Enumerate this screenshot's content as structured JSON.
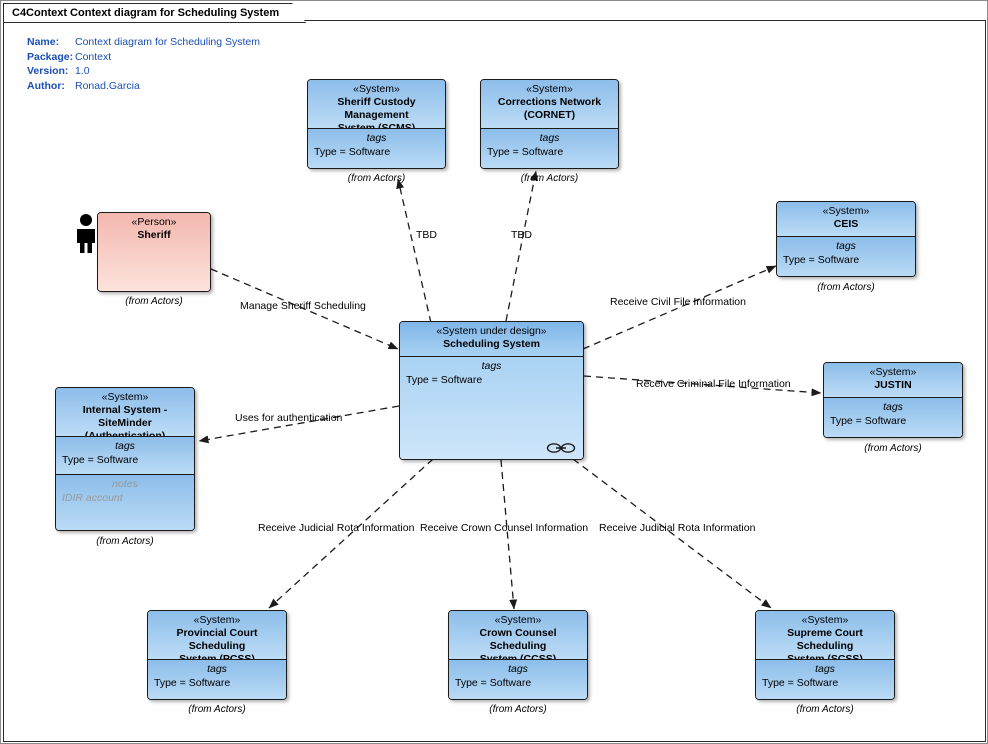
{
  "frame": {
    "tab_title": "C4Context Context diagram for Scheduling System"
  },
  "metadata": {
    "name_key": "Name:",
    "name_value": "Context diagram for Scheduling System",
    "package_key": "Package:",
    "package_value": "Context",
    "version_key": "Version:",
    "version_value": "1.0",
    "author_key": "Author:",
    "author_value": "Ronad.Garcia",
    "label_color": "#1a4fb4"
  },
  "labels": {
    "tags": "tags",
    "notes": "notes",
    "type_software": "Type = Software",
    "from_actors": "(from Actors)",
    "stereotype_system": "«System»",
    "stereotype_person": "«Person»",
    "stereotype_sud": "«System under design»"
  },
  "colors": {
    "system_fill_top": "#8cbdea",
    "system_fill_bottom": "#bcdcf6",
    "person_fill_top": "#f3b7ae",
    "person_fill_bottom": "#fde4de",
    "border": "#1b1b1b",
    "note_text": "#9a9a9a"
  },
  "nodes": {
    "scms": {
      "stereotype": "«System»",
      "name_line1": "Sheriff Custody Management",
      "name_line2": "System (SCMS)",
      "tags_title": "tags",
      "tags_value": "Type = Software",
      "caption": "(from Actors)"
    },
    "cornet": {
      "stereotype": "«System»",
      "name_line1": "Corrections Network",
      "name_line2": "(CORNET)",
      "tags_title": "tags",
      "tags_value": "Type = Software",
      "caption": "(from Actors)"
    },
    "sheriff": {
      "stereotype": "«Person»",
      "name_line1": "Sheriff",
      "caption": "(from Actors)"
    },
    "ceis": {
      "stereotype": "«System»",
      "name_line1": "CEIS",
      "tags_title": "tags",
      "tags_value": "Type = Software",
      "caption": "(from Actors)"
    },
    "justin": {
      "stereotype": "«System»",
      "name_line1": "JUSTIN",
      "tags_title": "tags",
      "tags_value": "Type = Software",
      "caption": "(from Actors)"
    },
    "siteminder": {
      "stereotype": "«System»",
      "name_line1": "Internal System - SiteMinder",
      "name_line2": "(Authentication)",
      "tags_title": "tags",
      "tags_value": "Type = Software",
      "notes_title": "notes",
      "notes_value": "IDIR account",
      "caption": "(from Actors)"
    },
    "scheduling": {
      "stereotype": "«System under design»",
      "name_line1": "Scheduling System",
      "tags_title": "tags",
      "tags_value": "Type = Software"
    },
    "pcss": {
      "stereotype": "«System»",
      "name_line1": "Provincial Court Scheduling",
      "name_line2": "System (PCSS)",
      "tags_title": "tags",
      "tags_value": "Type = Software",
      "caption": "(from Actors)"
    },
    "ccss": {
      "stereotype": "«System»",
      "name_line1": "Crown Counsel Scheduling",
      "name_line2": "System (CCSS)",
      "tags_title": "tags",
      "tags_value": "Type = Software",
      "caption": "(from Actors)"
    },
    "scss": {
      "stereotype": "«System»",
      "name_line1": "Supreme Court Scheduling",
      "name_line2": "System (SCSS)",
      "tags_title": "tags",
      "tags_value": "Type = Software",
      "caption": "(from Actors)"
    }
  },
  "edges": {
    "tbd_scms": "TBD",
    "tbd_cornet": "TBD",
    "manage_sheriff": "Manage Sheriff Scheduling",
    "civil_file": "Receive Civil File Information",
    "criminal_file": "Receive Criminal File Information",
    "auth": "Uses for authentication",
    "judicial_rota_left": "Receive Judicial Rota Information",
    "crown_counsel": "Receive Crown Counsel  Information",
    "judicial_rota_right": "Receive Judicial Rota Information"
  }
}
